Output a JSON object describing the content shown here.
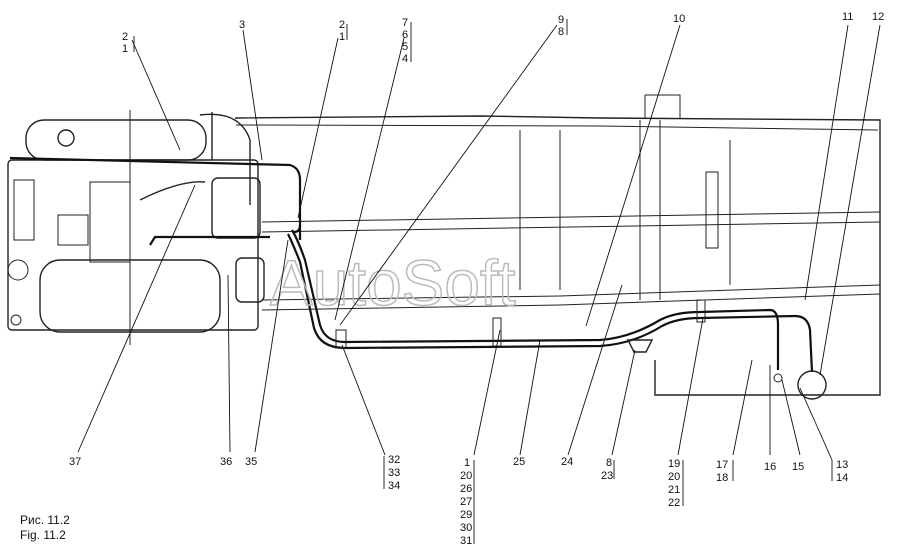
{
  "figure": {
    "caption_ru": "Рис. 11.2",
    "caption_en": "Fig. 11.2",
    "watermark": "AutoSoft"
  },
  "callouts": {
    "c_2_1_left": [
      "2",
      "1"
    ],
    "c_3": [
      "3"
    ],
    "c_2_1_mid": [
      "2",
      "1"
    ],
    "c_7_6_5_4": [
      "7",
      "6",
      "5",
      "4"
    ],
    "c_9_8": [
      "9",
      "8"
    ],
    "c_10": [
      "10"
    ],
    "c_11": [
      "11"
    ],
    "c_12": [
      "12"
    ],
    "c_37": [
      "37"
    ],
    "c_36": [
      "36"
    ],
    "c_35": [
      "35"
    ],
    "c_32_34": [
      "32",
      "33",
      "34"
    ],
    "c_1_31": [
      "1",
      "20",
      "26",
      "27",
      "29",
      "30",
      "31"
    ],
    "c_25": [
      "25"
    ],
    "c_24": [
      "24"
    ],
    "c_8_23": [
      "8",
      "23"
    ],
    "c_19_22": [
      "19",
      "20",
      "21",
      "22"
    ],
    "c_17_18": [
      "17",
      "18"
    ],
    "c_16": [
      "16"
    ],
    "c_15": [
      "15"
    ],
    "c_13_14": [
      "13",
      "14"
    ]
  }
}
